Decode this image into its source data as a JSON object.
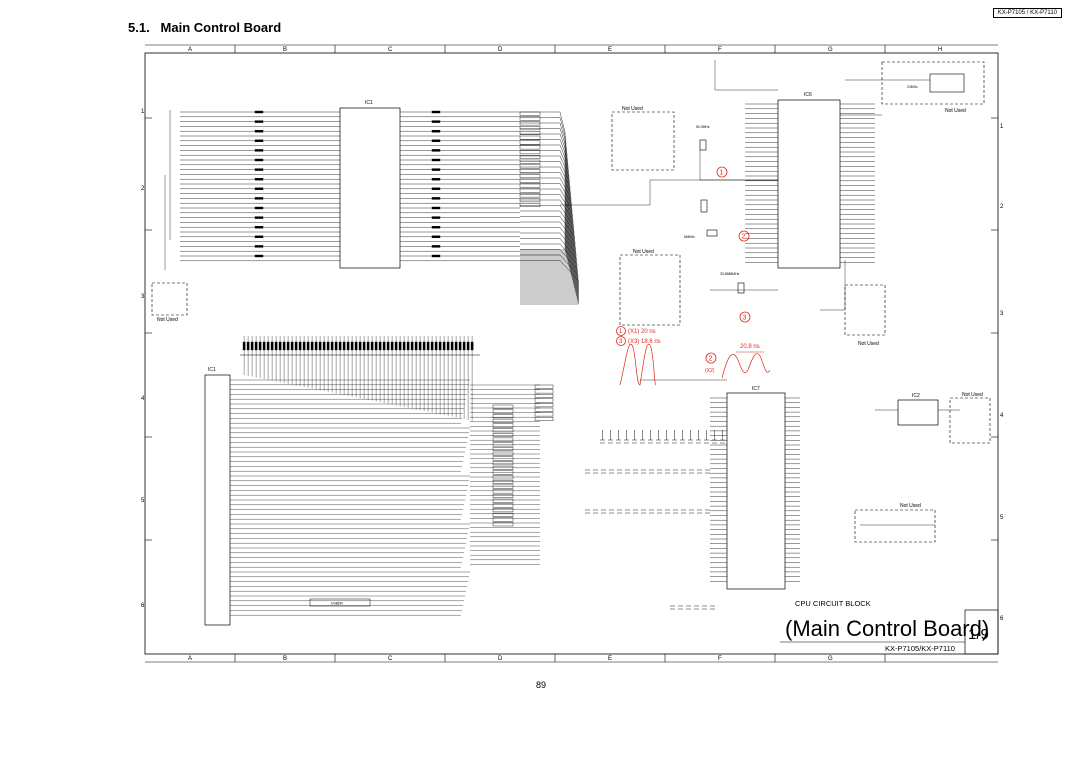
{
  "header": {
    "section": "5.1.",
    "title": "Main Control Board",
    "model_tag": "KX-P7105 / KX-P7110"
  },
  "grid": {
    "columns": [
      "A",
      "B",
      "C",
      "D",
      "E",
      "F",
      "G",
      "H"
    ],
    "bottom_columns": [
      "A",
      "B",
      "C",
      "D",
      "E",
      "F",
      "G"
    ],
    "rows": [
      "1",
      "2",
      "3",
      "4",
      "5",
      "6"
    ]
  },
  "blocks": {
    "ic1_label": "IC1",
    "ic1_top_label": "IC1",
    "ic7_label": "IC7",
    "ic2_label": "IC2",
    "ic6_label": "IC6",
    "cpu_block_caption": "CPU CIRCUIT BLOCK",
    "not_used": "Not Used",
    "usbdn": "USBDN",
    "x1_label": "X1",
    "x2_label": "X2",
    "x3_label": "X3",
    "osc_50": "50.0MHz",
    "osc_33": "33.8688MHz",
    "osc_66": "66MHz",
    "osc_24": "24MHz"
  },
  "waveforms": {
    "w1_marker": "1",
    "w1_text": "(X1) 20 ns",
    "w3_marker": "3",
    "w3_text": "(X3) 18.6 ns",
    "w2_marker": "2",
    "w2_period": "20.8 ns",
    "w2_text": "(X2)"
  },
  "markers": [
    "1",
    "2",
    "3"
  ],
  "board_title": "(Main Control Board)",
  "sheet": "1/9",
  "model": "KX-P7105/KX-P7110",
  "page_number": "89",
  "colors": {
    "ink": "#000000",
    "marker_red": "#e0281e",
    "dash": "#000000"
  }
}
